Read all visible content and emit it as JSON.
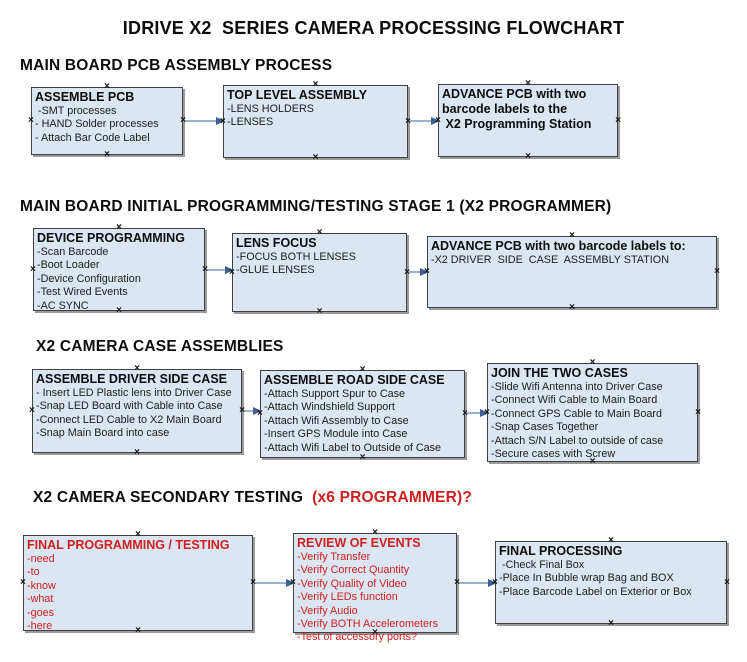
{
  "title": "IDRIVE X2  SERIES CAMERA PROCESSING FLOWCHART",
  "colors": {
    "box_fill": "#dce6f2",
    "box_border": "#3f3f3f",
    "box_shadow": "#9b9b9b",
    "arrow_line": "#9ab1cf",
    "arrow_head": "#3e5f92",
    "red_text": "#cf2020"
  },
  "anchor_glyph": "×",
  "sections": [
    {
      "heading": "MAIN BOARD PCB ASSEMBLY PROCESS",
      "boxes": [
        {
          "title": "ASSEMBLE PCB",
          "items": [
            " -SMT processes",
            "- HAND Solder processes",
            "- Attach Bar Code Label"
          ]
        },
        {
          "title": "TOP LEVEL ASSEMBLY",
          "items": [
            "-LENS HOLDERS",
            "-LENSES"
          ]
        },
        {
          "title": "ADVANCE PCB with two\nbarcode labels to the\n X2 Programming Station",
          "items": []
        }
      ]
    },
    {
      "heading": "MAIN BOARD INITIAL PROGRAMMING/TESTING STAGE 1 (X2 PROGRAMMER)",
      "boxes": [
        {
          "title": "DEVICE PROGRAMMING",
          "items": [
            "-Scan Barcode",
            "-Boot Loader",
            "-Device Configuration",
            "-Test Wired Events",
            "-AC SYNC"
          ]
        },
        {
          "title": "LENS FOCUS",
          "items": [
            "-FOCUS BOTH LENSES",
            "-GLUE LENSES"
          ]
        },
        {
          "title": "ADVANCE PCB with two barcode labels to:",
          "items": [
            "-X2 DRIVER  SIDE  CASE  ASSEMBLY STATION"
          ]
        }
      ]
    },
    {
      "heading": "X2 CAMERA CASE ASSEMBLIES",
      "boxes": [
        {
          "title": "ASSEMBLE DRIVER SIDE CASE",
          "items": [
            "- Insert LED Plastic lens into Driver Case",
            "-Snap LED Board with Cable into Case",
            "-Connect LED Cable to X2 Main Board",
            "-Snap Main Board into case"
          ]
        },
        {
          "title": "ASSEMBLE ROAD SIDE CASE",
          "items": [
            "-Attach Support Spur to Case",
            "-Attach Windshield Support",
            "-Attach Wifi Assembly to Case",
            "-Insert GPS Module into Case",
            "-Attach Wifi Label to Outside of Case"
          ]
        },
        {
          "title": "JOIN THE TWO CASES",
          "items": [
            "-Slide Wifi Antenna into Driver Case",
            "-Connect Wifi Cable to Main Board",
            "-Connect GPS Cable to Main Board",
            "-Snap Cases Together",
            "-Attach S/N Label to outside of case",
            "-Secure cases with Screw"
          ]
        }
      ]
    },
    {
      "heading": "X2 CAMERA SECONDARY TESTING  ",
      "heading_red": "(x6 PROGRAMMER)?",
      "boxes": [
        {
          "title": "FINAL PROGRAMMING / TESTING",
          "text_color": "red",
          "items": [
            "-need",
            "-to",
            "-know",
            "-what",
            "-goes",
            "-here"
          ]
        },
        {
          "title": "REVIEW OF EVENTS",
          "text_color": "red",
          "items": [
            "-Verify Transfer",
            "-Verify Correct Quantity",
            "-Verify Quality of Video",
            "-Verify LEDs function",
            "-Verify Audio",
            "-Verify BOTH Accelerometers",
            "-Test of accessory ports?"
          ]
        },
        {
          "title": "FINAL PROCESSING",
          "items": [
            " -Check Final Box",
            "-Place In Bubble wrap Bag and BOX",
            "-Place Barcode Label on Exterior or Box"
          ]
        }
      ]
    }
  ]
}
